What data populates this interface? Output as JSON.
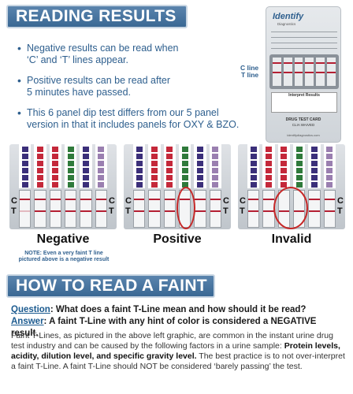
{
  "header": {
    "title": "READING RESULTS"
  },
  "bullets": [
    "Negative results can be read when\n‘C’ and ‘T’ lines appear.",
    "Positive results can be read after\n5 minutes have passed.",
    "This 6 panel dip test differs from our 5 panel\nversion in that it includes panels for OXY & BZO."
  ],
  "device": {
    "brand": "Identify",
    "brand_sub": "Diagnostics",
    "c_line_label": "C line",
    "t_line_label": "T line",
    "interpret_label": "Interpret Results",
    "card_label": "DRUG TEST CARD",
    "card_sub": "CLIA WAIVED",
    "site": "identifydiagnostics.com"
  },
  "panels": {
    "c_letter": "C",
    "t_letter": "T",
    "labels": [
      "Negative",
      "Positive",
      "Invalid"
    ],
    "note": "NOTE: Even a very faint T line\npictured above is a negative result"
  },
  "section2": {
    "title": "HOW TO READ A FAINT T-LINE"
  },
  "qa": {
    "q_key": "Question",
    "q_text": ": What does a faint T-Line mean and how should it be read?",
    "a_key": "Answer",
    "a_text": ": A faint T-Line with any hint of color is considered a NEGATIVE result."
  },
  "body": {
    "p1": "Faint T-Lines, as pictured in the above left graphic, are common in the instant urine drug test industry and can be caused by the following factors in a urine sample: ",
    "p1_bold": "Protein levels, acidity, dilution level, and specific gravity level.",
    "p2": " The best practice is to not over-interpret a faint T-Line. A faint T-Line should NOT be considered ‘barely passing’ the test."
  },
  "colors": {
    "banner": "#3a6894",
    "text_blue": "#2e5f8e",
    "line_red": "#b41e32",
    "ring_red": "#c62828"
  }
}
